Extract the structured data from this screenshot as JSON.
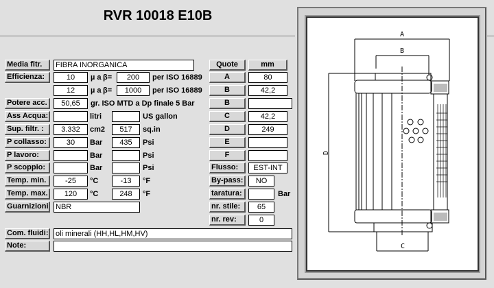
{
  "title": "RVR 10018 E10B",
  "form": {
    "media_label": "Media fltr.",
    "media_value": "FIBRA INORGANICA",
    "eff_label": "Efficienza:",
    "eff1_micron": "10",
    "eff1_beta": "200",
    "eff2_micron": "12",
    "eff2_beta": "1000",
    "mu_a": "µ  a",
    "beta_eq": "β=",
    "per_iso": "per ISO 16889",
    "potere_label": "Potere acc.",
    "potere_value": "50,65",
    "potere_unit": "gr. ISO MTD a Dp finale 5 Bar",
    "acqua_label": "Ass Acqua:",
    "acqua_l": "",
    "acqua_unit1": "litri",
    "acqua_g": "",
    "acqua_unit2": "US gallon",
    "sup_label": "Sup. filtr. :",
    "sup_cm2": "3.332",
    "sup_unit1": "cm2",
    "sup_sqin": "517",
    "sup_unit2": "sq.in",
    "pcoll_label": "P collasso:",
    "pcoll_bar": "30",
    "pcoll_psi": "435",
    "plav_label": "P lavoro:",
    "plav_bar": "",
    "plav_psi": "",
    "pscop_label": "P scoppio:",
    "pscop_bar": "",
    "pscop_psi": "",
    "bar": "Bar",
    "psi": "Psi",
    "tmin_label": "Temp. min.",
    "tmin_c": "-25",
    "tmin_f": "-13",
    "tmax_label": "Temp. max.",
    "tmax_c": "120",
    "tmax_f": "248",
    "degc": "°C",
    "degf": "°F",
    "guarn_label": "Guarnizioni",
    "guarn_value": "NBR",
    "com_label": "Com. fluidi:",
    "com_value": "oli minerali (HH,HL,HM,HV)",
    "note_label": "Note:",
    "note_value": ""
  },
  "dims": {
    "quote_label": "Quote",
    "mm_label": "mm",
    "rows": [
      {
        "label": "A",
        "value": "80"
      },
      {
        "label": "B",
        "value": "42,2"
      },
      {
        "label": "B",
        "value": ""
      },
      {
        "label": "C",
        "value": "42,2"
      },
      {
        "label": "D",
        "value": "249"
      },
      {
        "label": "E",
        "value": ""
      },
      {
        "label": "F",
        "value": ""
      }
    ],
    "flusso_label": "Flusso:",
    "flusso_value": "EST-INT",
    "bypass_label": "By-pass:",
    "bypass_value": "NO",
    "taratura_label": "taratura:",
    "taratura_value": "",
    "taratura_unit": "Bar",
    "stile_label": "nr. stile:",
    "stile_value": "65",
    "rev_label": "nr. rev:",
    "rev_value": "0"
  },
  "drawing": {
    "label_a": "A",
    "label_b": "B",
    "label_c": "C",
    "label_d": "D"
  }
}
